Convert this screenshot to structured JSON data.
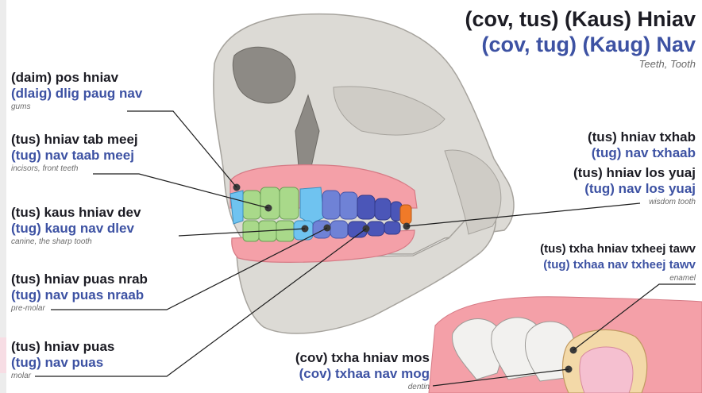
{
  "title": {
    "hmong_white": "(cov, tus) (Kaus) Hniav",
    "hmong_green": "(cov, tug) (Kaug) Nav",
    "english": "Teeth, Tooth"
  },
  "labels": {
    "gums": {
      "white": "(daim) pos hniav",
      "green": "(dlaig) dlig paug nav",
      "english": "gums"
    },
    "incisors": {
      "white": "(tus) hniav tab meej",
      "green": "(tug) nav taab meej",
      "english": "incisors, front teeth"
    },
    "canine": {
      "white": "(tus) kaus hniav dev",
      "green": "(tug) kaug nav dlev",
      "english": "canine, the sharp tooth"
    },
    "premolar": {
      "white": "(tus) hniav puas nrab",
      "green": "(tug) nav puas nraab",
      "english": "pre-molar"
    },
    "molar": {
      "white": "(tus) hniav puas",
      "green": "(tug) nav puas",
      "english": "molar"
    },
    "tooth_root": {
      "white": "(tus) hniav txhab",
      "green": "(tug) nav txhaab"
    },
    "wisdom": {
      "white": "(tus) hniav los yuaj",
      "green": "(tug) nav los yuaj",
      "english": "wisdom tooth"
    },
    "enamel": {
      "white": "(tus) txha hniav txheej tawv",
      "green": "(tug) txhaa nav txheej tawv",
      "english": "enamel"
    },
    "dentin": {
      "white": "(cov) txha hniav mos",
      "green": "(cov) txhaa nav mog",
      "english": "dentin"
    }
  },
  "colors": {
    "bone": "#dcdad5",
    "gum": "#f4a0a8",
    "incisor": "#a9d98a",
    "canine": "#6fc3f0",
    "premolar": "#6f82d6",
    "molar": "#4b56b8",
    "wisdom": "#f07a28",
    "enamel": "#f3d9a8",
    "dentin": "#f5c0d0",
    "white_text": "#1c1c24",
    "green_text": "#3d52a3"
  }
}
